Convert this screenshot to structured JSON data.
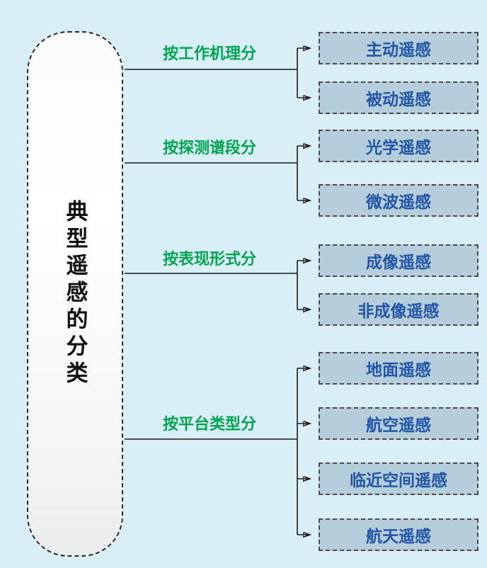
{
  "colors": {
    "background": "#d9eff7",
    "box_fill": "#b6cddb",
    "box_text": "#2155a5",
    "label_green": "#00a551",
    "line_color": "#1a1a1a",
    "root_border": "#2a2a2a"
  },
  "root": {
    "label": "典型遥感的分类"
  },
  "groups": [
    {
      "label": "按工作机理分",
      "items": [
        {
          "label": "主动遥感"
        },
        {
          "label": "被动遥感"
        }
      ]
    },
    {
      "label": "按探测谱段分",
      "items": [
        {
          "label": "光学遥感"
        },
        {
          "label": "微波遥感"
        }
      ]
    },
    {
      "label": "按表现形式分",
      "items": [
        {
          "label": "成像遥感"
        },
        {
          "label": "非成像遥感"
        }
      ]
    },
    {
      "label": "按平台类型分",
      "items": [
        {
          "label": "地面遥感"
        },
        {
          "label": "航空遥感"
        },
        {
          "label": "临近空间遥感"
        },
        {
          "label": "航天遥感"
        }
      ]
    }
  ]
}
